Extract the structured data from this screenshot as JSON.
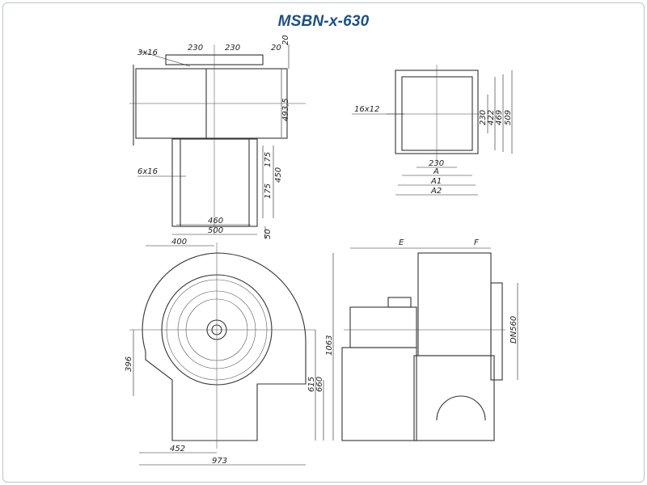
{
  "title": "MSBN-x-630",
  "top_view": {
    "d1": "230",
    "d2": "230",
    "d3": "20",
    "d4": "20",
    "holes_top": "3x16",
    "height": "493,5",
    "holes_side": "6x16",
    "s1": "175",
    "s2": "175",
    "s3": "450",
    "w1": "460",
    "w2": "500",
    "s4": "50"
  },
  "flange_view": {
    "holes": "16x12",
    "v1": "230",
    "v2": "422",
    "v3": "469",
    "v4": "509",
    "h1": "230",
    "h2": "A",
    "h3": "A1",
    "h4": "A2"
  },
  "front_view": {
    "top": "400",
    "left": "396",
    "h1": "615",
    "h2": "660",
    "h3": "1063",
    "b1": "452",
    "b2": "973"
  },
  "side_view": {
    "e": "E",
    "f": "F",
    "dn": "DN560"
  }
}
